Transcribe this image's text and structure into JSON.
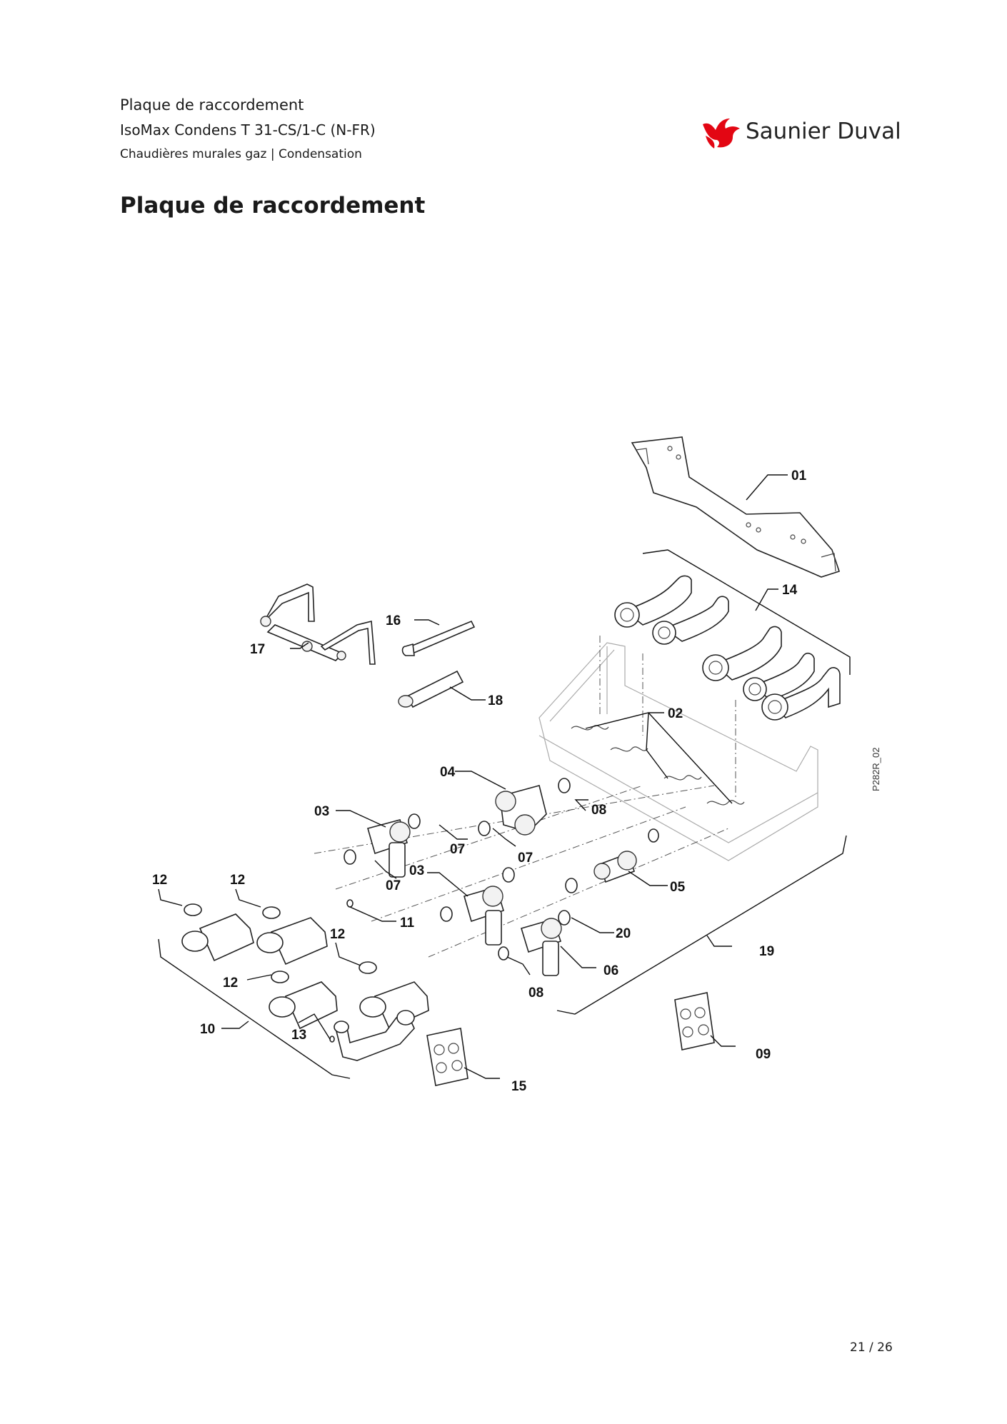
{
  "header": {
    "line1": "Plaque de raccordement",
    "line2": "IsoMax Condens T 31-CS/1-C (N-FR)",
    "line3": "Chaudières murales gaz | Condensation"
  },
  "brand": {
    "name": "Saunier Duval",
    "color": "#e30613"
  },
  "page_title": "Plaque de raccordement",
  "diagram": {
    "reference": "P282R_02",
    "labels": {
      "p01": "01",
      "p02": "02",
      "p03a": "03",
      "p03b": "03",
      "p04": "04",
      "p05": "05",
      "p06": "06",
      "p07a": "07",
      "p07b": "07",
      "p07c": "07",
      "p08a": "08",
      "p08b": "08",
      "p09": "09",
      "p10": "10",
      "p11": "11",
      "p12a": "12",
      "p12b": "12",
      "p12c": "12",
      "p12d": "12",
      "p13": "13",
      "p14": "14",
      "p15": "15",
      "p16": "16",
      "p17": "17",
      "p18": "18",
      "p19": "19",
      "p20": "20"
    }
  },
  "footer": {
    "page": "21 / 26"
  }
}
